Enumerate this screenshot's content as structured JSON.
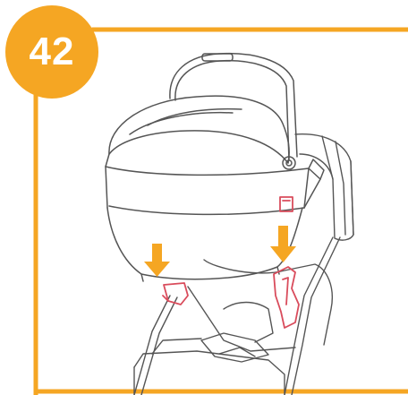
{
  "step": {
    "number": "42"
  },
  "colors": {
    "accent": "#F5A623",
    "line_art": "#555555",
    "highlight": "#D94C5C",
    "background": "#FFFFFF"
  },
  "illustration": {
    "subject": "carrycot-attaching-to-stroller-adapters",
    "arrows": [
      "down-arrow-left",
      "down-arrow-right"
    ]
  }
}
